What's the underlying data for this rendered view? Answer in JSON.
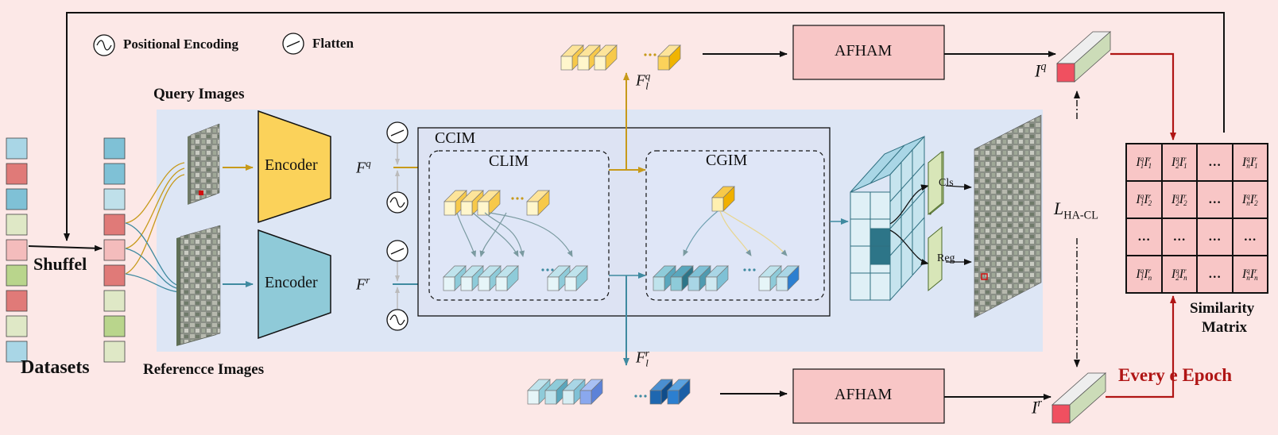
{
  "legend": {
    "positional_encoding": "Positional Encoding",
    "flatten": "Flatten"
  },
  "labels": {
    "query_images": "Query Images",
    "reference_images": "Referencce Images",
    "datasets": "Datasets",
    "shuffle": "Shuffel",
    "encoder_query": "Encoder",
    "encoder_reference": "Encoder",
    "ccim": "CCIM",
    "clim": "CLIM",
    "cgim": "CGIM",
    "cls": "Cls",
    "reg": "Reg",
    "afham_top": "AFHAM",
    "afham_bottom": "AFHAM",
    "similarity_matrix_line1": "Similarity",
    "similarity_matrix_line2": "Matrix",
    "every_epoch": "Every e Epoch"
  },
  "math": {
    "fq": {
      "base": "F",
      "sup": "q"
    },
    "fr": {
      "base": "F",
      "sup": "r"
    },
    "flq": {
      "base": "F",
      "sub": "l",
      "sup": "q"
    },
    "flr": {
      "base": "F",
      "sub": "l",
      "sup": "r"
    },
    "iq": {
      "base": "I",
      "sup": "q"
    },
    "ir": {
      "base": "I",
      "sup": "r"
    },
    "loss": {
      "base": "L",
      "sub": "HA-CL"
    }
  },
  "similarity_matrix": {
    "rows": [
      [
        {
          "qs": "1",
          "rs": "1"
        },
        {
          "qs": "2",
          "rs": "1"
        },
        "…",
        {
          "qs": "n",
          "rs": "1"
        }
      ],
      [
        {
          "qs": "1",
          "rs": "2"
        },
        {
          "qs": "2",
          "rs": "2"
        },
        "…",
        {
          "qs": "n",
          "rs": "2"
        }
      ],
      [
        "…",
        "…",
        "…",
        "…"
      ],
      [
        {
          "qs": "1",
          "rs": "n"
        },
        {
          "qs": "2",
          "rs": "n"
        },
        "…",
        {
          "qs": "n",
          "rs": "n"
        }
      ]
    ]
  },
  "colors": {
    "background": "#fce8e7",
    "panel": "#dde6f5",
    "query_branch": "#c79a1a",
    "reference_branch": "#3f8aa0",
    "query_encoder": "#fbd25a",
    "reference_encoder": "#8fcad8",
    "afham_fill": "#f8c6c6",
    "epoch_arrow": "#b01515",
    "matrix_fill": "#f8c6c6",
    "head_fill": "#d8e6b8"
  },
  "dataset_colors": [
    "#a9d6e6",
    "#e07a78",
    "#7fc1d6",
    "#dfe8c6",
    "#f4bcbc",
    "#b9d58c",
    "#e07a78",
    "#dfe8c6",
    "#a9d6e6"
  ],
  "shuffled_colors": [
    "#7fc1d6",
    "#7fc1d6",
    "#bfe0ea",
    "#e07a78",
    "#f4bcbc",
    "#e07a78",
    "#dfe8c6",
    "#b9d58c",
    "#dfe8c6"
  ]
}
